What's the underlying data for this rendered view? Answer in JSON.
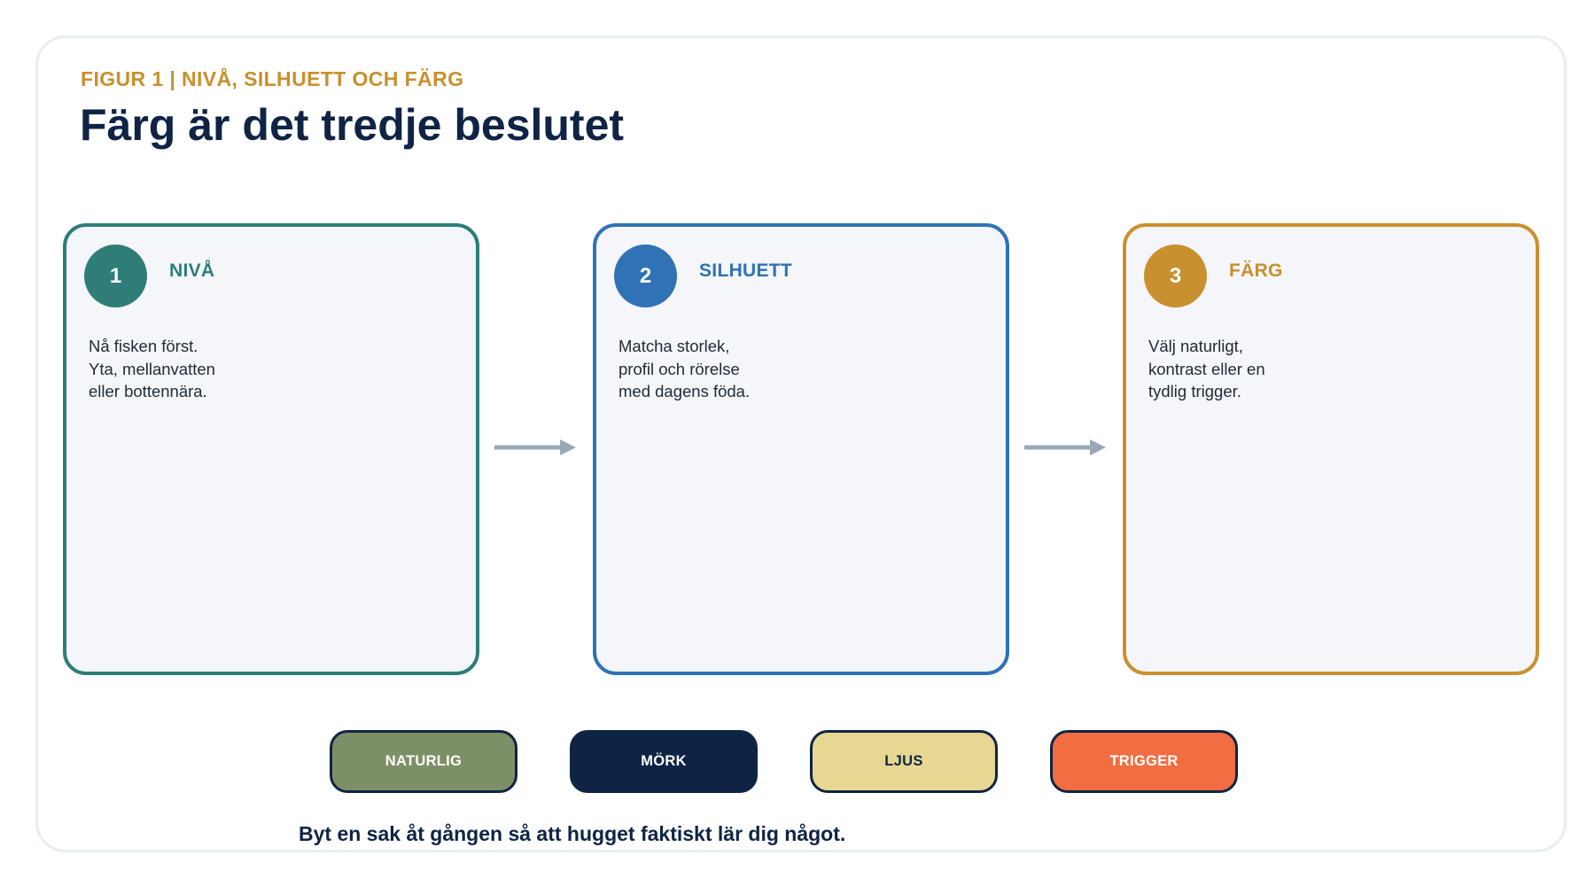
{
  "figure": {
    "eyebrow": "FIGUR 1  |  NIVÅ, SILHUETT OCH FÄRG",
    "title": "Färg är det tredje beslutet"
  },
  "steps": [
    {
      "number": "1",
      "heading": "NIVÅ",
      "lines": [
        "Nå fisken först.",
        "Yta, mellanvatten",
        "eller bottennära."
      ],
      "color": "#2e7d78"
    },
    {
      "number": "2",
      "heading": "SILHUETT",
      "lines": [
        "Matcha storlek,",
        "profil och rörelse",
        "med dagens föda."
      ],
      "color": "#2f72b6"
    },
    {
      "number": "3",
      "heading": "FÄRG",
      "lines": [
        "Välj naturligt,",
        "kontrast eller en",
        "tydlig trigger."
      ],
      "color": "#c8902e"
    }
  ],
  "chips": [
    {
      "label": "NATURLIG",
      "fill": "#7d8f66",
      "text_color": "#ffffff"
    },
    {
      "label": "MÖRK",
      "fill": "#0f2444",
      "text_color": "#ffffff"
    },
    {
      "label": "LJUS",
      "fill": "#e8d793",
      "text_color": "#0f2444"
    },
    {
      "label": "TRIGGER",
      "fill": "#f26d41",
      "text_color": "#ffffff"
    }
  ],
  "caption": "Byt en sak åt gången så att hugget faktiskt lär dig något.",
  "colors": {
    "arrow": "#9aa8b6",
    "frame_border": "#e8edf2",
    "card_fill": "#f4f6f9"
  }
}
